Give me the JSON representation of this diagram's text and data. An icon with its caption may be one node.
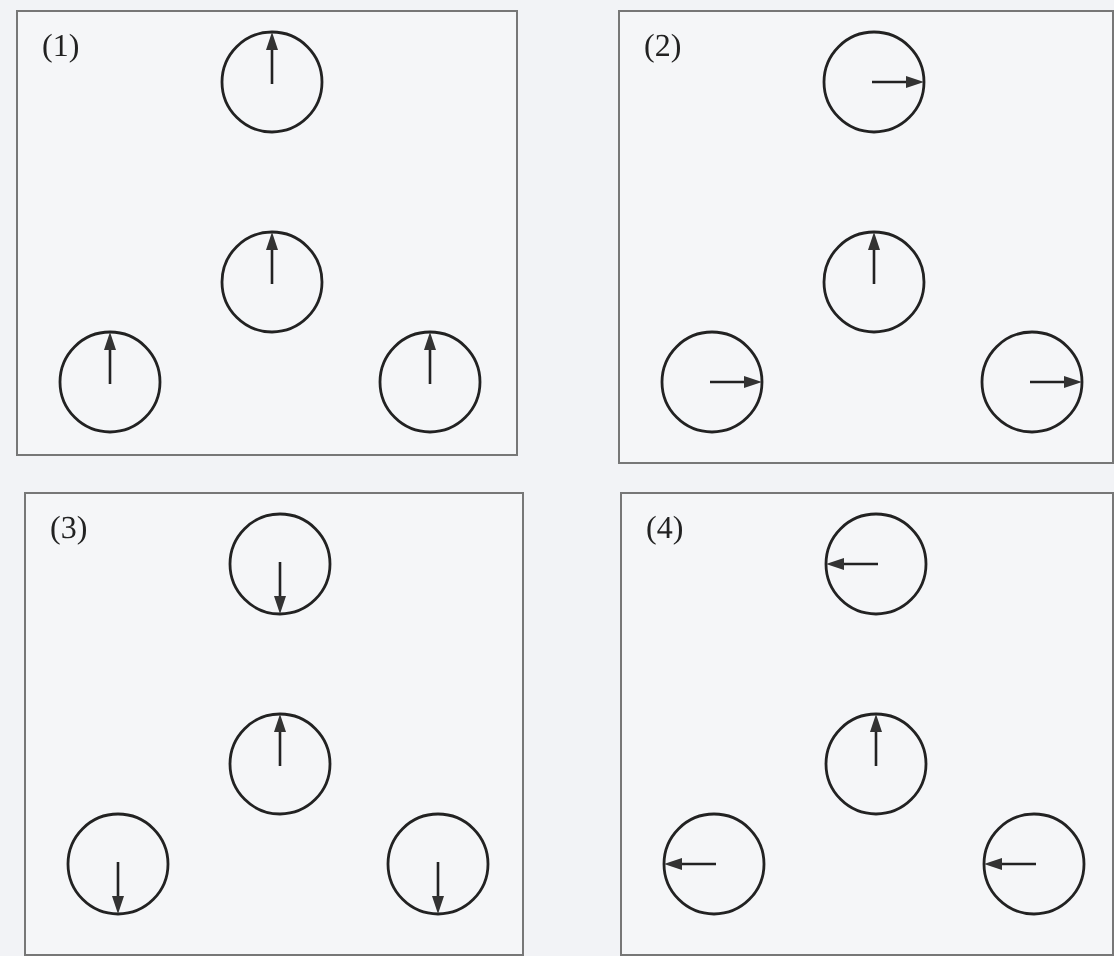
{
  "diagram": {
    "nodes": [
      {
        "text": [
          "(1)"
        ]
      },
      {
        "text": [],
        "shape": "circle",
        "in": 0
      },
      {
        "text": [],
        "shape": "circle",
        "in": 0
      },
      {
        "text": [],
        "shape": "circle",
        "in": 0
      },
      {
        "text": [],
        "shape": "circle",
        "in": 0
      },
      {
        "text": [
          "(2)"
        ]
      },
      {
        "text": [],
        "shape": "circle",
        "in": 5
      },
      {
        "text": [],
        "shape": "circle",
        "in": 5
      },
      {
        "text": [],
        "shape": "circle",
        "in": 5
      },
      {
        "text": [],
        "shape": "circle",
        "in": 5
      },
      {
        "text": [
          "(3)"
        ]
      },
      {
        "text": [],
        "shape": "circle",
        "in": 10
      },
      {
        "text": [],
        "shape": "circle",
        "in": 10
      },
      {
        "text": [],
        "shape": "circle",
        "in": 10
      },
      {
        "text": [],
        "shape": "circle",
        "in": 10
      },
      {
        "text": [
          "(4)"
        ]
      },
      {
        "text": [],
        "shape": "circle",
        "in": 15
      },
      {
        "text": [],
        "shape": "circle",
        "in": 15
      },
      {
        "text": [],
        "shape": "circle",
        "in": 15
      },
      {
        "text": [],
        "shape": "circle",
        "in": 15
      }
    ]
  }
}
